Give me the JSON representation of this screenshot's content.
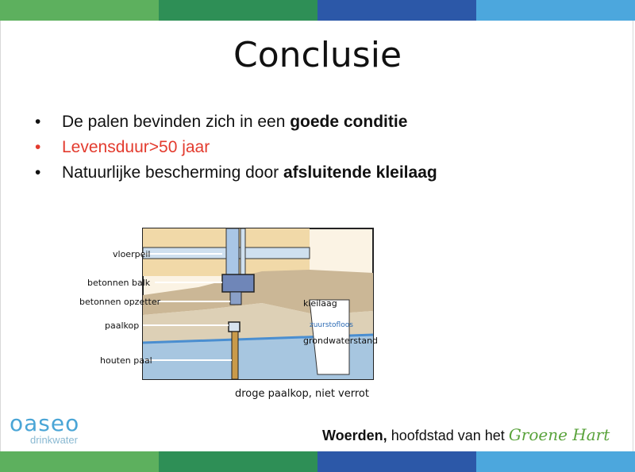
{
  "colors": {
    "bar_green": "#5db05e",
    "bar_dark_green": "#2e8f56",
    "bar_blue": "#2c58a8",
    "bar_light_blue": "#4ca7dd",
    "red_text": "#e33b2e",
    "oaseo_blue": "#4aa5d6",
    "groene_hart_green": "#5aa33c"
  },
  "slide": {
    "title": "Conclusie",
    "bullets": [
      {
        "normal": "De palen bevinden zich in een ",
        "bold": "goede conditie"
      },
      {
        "normal": "Levensduur>50 jaar",
        "bold": ""
      },
      {
        "normal": "Natuurlijke bescherming door ",
        "bold": "afsluitende kleilaag"
      }
    ]
  },
  "diagram": {
    "labels": {
      "vloerpeil": "vloerpeil",
      "betonnen_balk": "betonnen balk",
      "betonnen_opzetter": "betonnen opzetter",
      "paalkop": "paalkop",
      "houten_paal": "houten paal",
      "kleilaag": "kleilaag",
      "zuurstofloos": "zuurstofloos",
      "grondwaterstand": "grondwaterstand"
    },
    "caption": "droge paalkop, niet verrot"
  },
  "footer": {
    "logo_word": "oaseo",
    "logo_sub": "drinkwater",
    "tagline_bold": "Woerden,",
    "tagline_normal": " hoofdstad van het ",
    "tagline_script": "Groene Hart"
  }
}
